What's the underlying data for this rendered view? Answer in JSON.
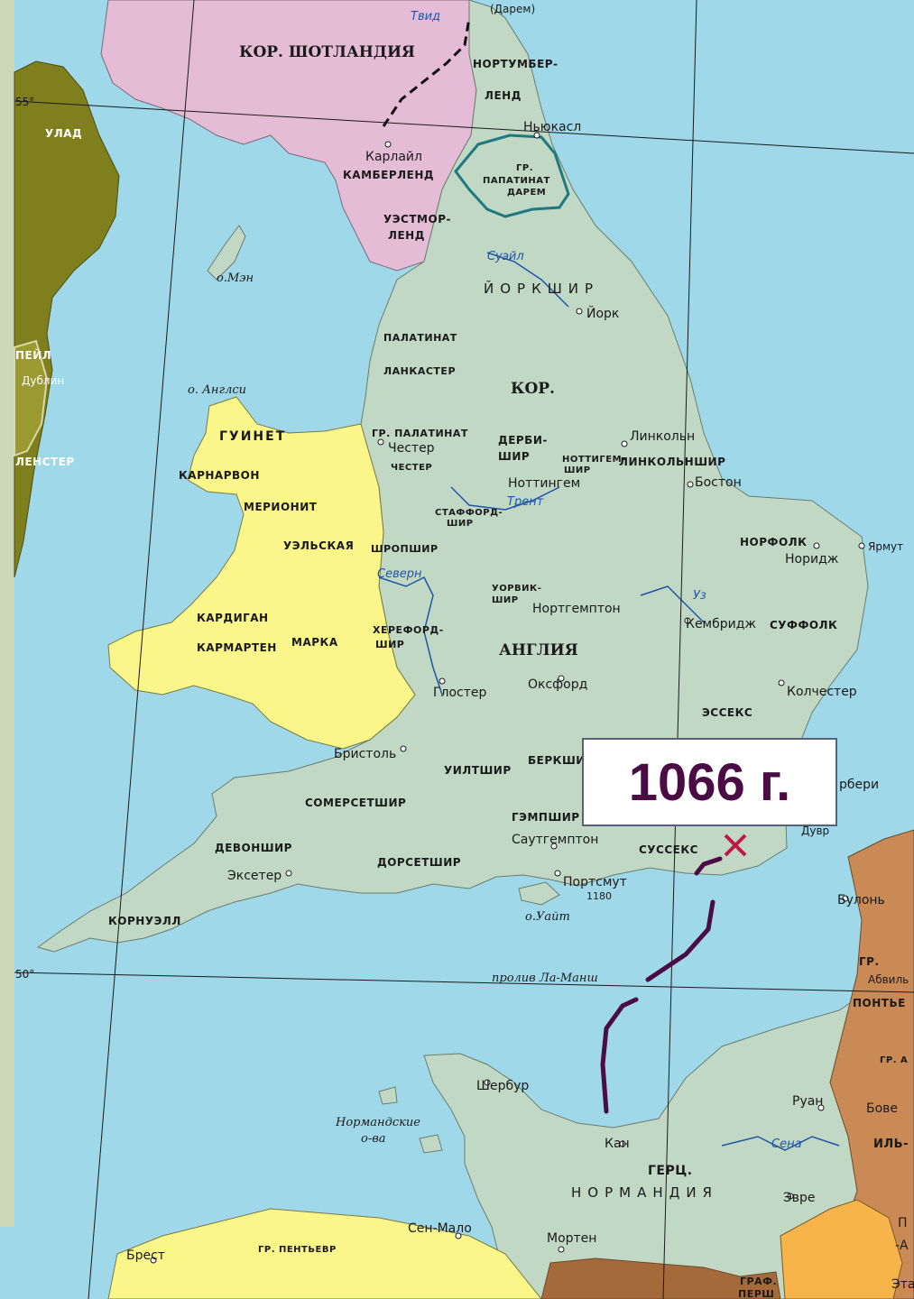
{
  "colors": {
    "sea": "#9fd9e9",
    "england": "#c0d8c4",
    "scotland": "#e5bcd6",
    "wales": "#fbf68a",
    "ireland": "#7f7f1e",
    "france_brown": "#c98a56",
    "france_orange": "#f7b44a",
    "route": "#4b0b45",
    "marker": "#c0174a"
  },
  "event": {
    "label": "1066 г."
  },
  "regions": {
    "scotland": "КОР. ШОТЛАНДИЯ",
    "northumberland_1": "НОРТУМБЕР-",
    "northumberland_2": "ЛЕНД",
    "durham_1": "ГР.",
    "durham_2": "ПАПАТИНАТ",
    "durham_3": "ДАРЕМ",
    "cumberland": "КАМБЕРЛЕНД",
    "westmorland_1": "УЭСТМОР-",
    "westmorland_2": "ЛЕНД",
    "yorkshire": "ЙОРКШИР",
    "lancaster_1": "ПАЛАТИНАТ",
    "lancaster_2": "ЛАНКАСТЕР",
    "kingdom": "КОР.",
    "chester_pal_1": "ГР. ПАЛАТИНАТ",
    "chester_pal_2": "ЧЕСТЕР",
    "derby_1": "ДЕРБИ-",
    "derby_2": "ШИР",
    "notts_1": "НОТТИГЕМ-",
    "notts_2": "ШИР",
    "lincolnshire": "ЛИНКОЛЬНШИР",
    "stafford_1": "СТАФФОРД-",
    "stafford_2": "ШИР",
    "shropshire": "ШРОПШИР",
    "norfolk": "НОРФОЛК",
    "warwick_1": "УОРВИК-",
    "warwick_2": "ШИР",
    "suffolk": "СУФФОЛК",
    "hereford_1": "ХЕРЕФОРД-",
    "hereford_2": "ШИР",
    "england": "АНГЛИЯ",
    "essex": "ЭССЕКС",
    "wiltshire": "УИЛТШИР",
    "berkshire": "БЕРКШИР",
    "somerset": "СОМЕРСЕТШИР",
    "hampshire": "ГЭМПШИР",
    "devon": "ДЕВОНШИР",
    "dorset": "ДОРСЕТШИР",
    "sussex": "СУССЕКС",
    "cornwall": "КОРНУЭЛЛ",
    "gwynedd": "ГУИНЕТ",
    "caernarfon": "КАРНАРВОН",
    "merioneth": "МЕРИОНИТ",
    "welsh": "УЭЛЬСКАЯ",
    "march": "МАРКА",
    "cardigan": "КАРДИГАН",
    "carmarthen": "КАРМАРТЕН",
    "ulad": "УЛАД",
    "pale": "ПЕЙЛ",
    "leinster": "ЛЕНСТЕР",
    "normandy_1": "ГЕРЦ.",
    "normandy_2": "НОРМАНДИЯ",
    "penthievre": "ГР. ПЕНТЬЕВР",
    "ponthieu": "ПОНТЬЕ",
    "gr": "ГР.",
    "gr_a": "ГР. А",
    "graf": "ГРАФ.",
    "perche": "ПЕРШ"
  },
  "cities": {
    "durham": "(Дарем)",
    "newcastle": "Ньюкасл",
    "carlisle": "Карлайл",
    "york": "Йорк",
    "chester": "Честер",
    "lincoln": "Линкольн",
    "nottingham": "Ноттингем",
    "boston": "Бостон",
    "yarmouth": "Ярмут",
    "norwich": "Норидж",
    "northampton": "Нортгемптон",
    "cambridge": "Кембридж",
    "gloucester": "Глостер",
    "oxford": "Оксфорд",
    "colchester": "Колчестер",
    "bristol": "Бристоль",
    "canterbury": "рбери",
    "southampton": "Саутгемптон",
    "exeter": "Эксетер",
    "portsmouth": "Портсмут",
    "portsmouth_year": "1180",
    "dover": "Дувр",
    "boulogne": "Булонь",
    "abbeville": "Абвиль",
    "cherbourg": "Шербур",
    "rouen": "Руан",
    "beauvais": "Бове",
    "caen": "Кан",
    "ile": "ИЛЬ-",
    "evreux": "Эвре",
    "saint_malo": "Сен-Мало",
    "mortain": "Мортен",
    "brest": "Брест",
    "dublin": "Дублин",
    "p_frag": "П",
    "a_frag": "-А",
    "eta_frag": "Эта"
  },
  "water": {
    "tweed": "Твид",
    "isle_of_man": "о.Мэн",
    "anglesey": "о. Англси",
    "swale": "Суэйл",
    "trent": "Трент",
    "severn": "Северн",
    "ouse": "Уз",
    "isle_of_wight": "о.Уайт",
    "channel": "пролив Ла-Манш",
    "channel_islands_1": "Нормандские",
    "channel_islands_2": "о-ва",
    "seine": "Сена"
  },
  "grid": {
    "lat55": "55°",
    "lat50": "50°"
  }
}
